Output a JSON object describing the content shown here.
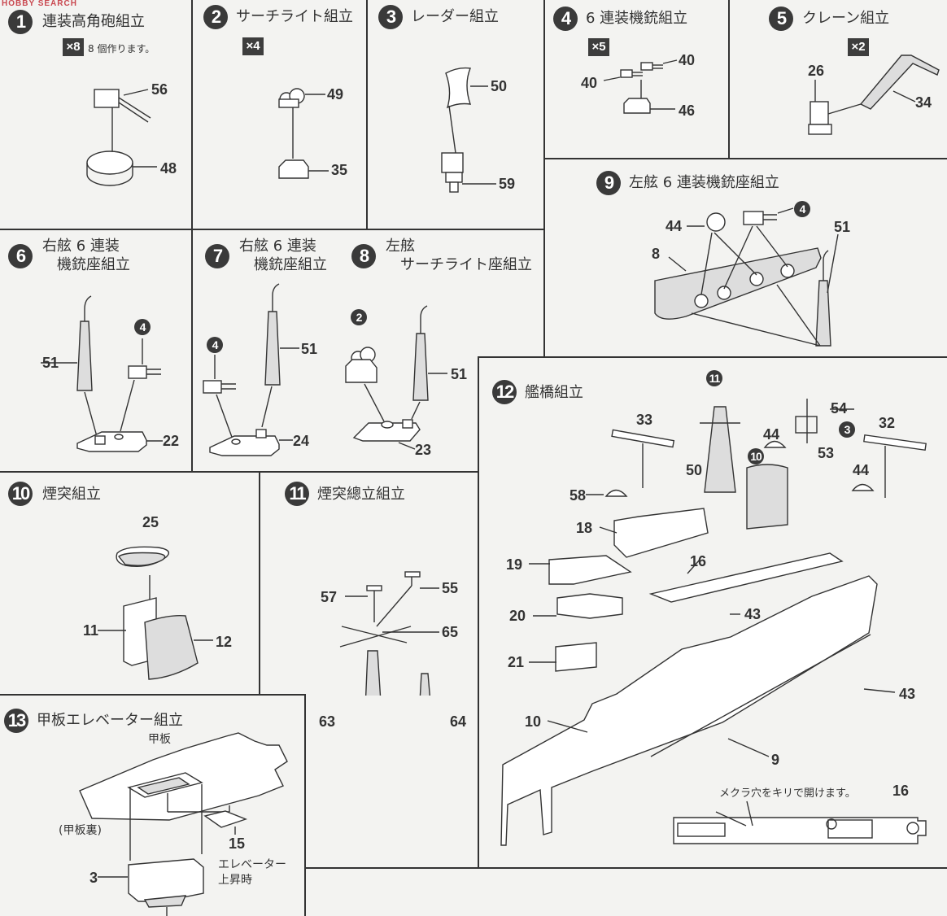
{
  "watermark": "HOBBY SEARCH",
  "steps": [
    {
      "num": "1",
      "title": "連装高角砲組立",
      "multiplier": "×8",
      "note": "8 個作ります。",
      "parts": [
        "56",
        "48"
      ]
    },
    {
      "num": "2",
      "title": "サーチライト組立",
      "multiplier": "×4",
      "parts": [
        "49",
        "35"
      ]
    },
    {
      "num": "3",
      "title": "レーダー組立",
      "parts": [
        "50",
        "59"
      ]
    },
    {
      "num": "4",
      "title": "6 連装機銃組立",
      "multiplier": "×5",
      "parts": [
        "40",
        "40",
        "46"
      ]
    },
    {
      "num": "5",
      "title": "クレーン組立",
      "multiplier": "×2",
      "parts": [
        "26",
        "34"
      ]
    },
    {
      "num": "6",
      "title_line1": "右舷 6 連装",
      "title_line2": "機銃座組立",
      "refs": [
        "4"
      ],
      "parts": [
        "51",
        "22"
      ]
    },
    {
      "num": "7",
      "title_line1": "右舷 6 連装",
      "title_line2": "機銃座組立",
      "refs": [
        "4"
      ],
      "parts": [
        "51",
        "24"
      ]
    },
    {
      "num": "8",
      "title_line1": "左舷",
      "title_line2": "サーチライト座組立",
      "refs": [
        "2"
      ],
      "parts": [
        "51",
        "23"
      ]
    },
    {
      "num": "9",
      "title": "左舷 6 連装機銃座組立",
      "refs": [
        "4"
      ],
      "parts": [
        "44",
        "8",
        "51"
      ]
    },
    {
      "num": "10",
      "title": "煙突組立",
      "parts": [
        "25",
        "11",
        "12"
      ]
    },
    {
      "num": "11",
      "title": "煙突總立組立",
      "parts": [
        "57",
        "55",
        "65",
        "63",
        "64"
      ]
    },
    {
      "num": "12",
      "title": "艦橋組立",
      "refs": [
        "11",
        "10",
        "3"
      ],
      "parts": [
        "33",
        "54",
        "44",
        "53",
        "44",
        "32",
        "50",
        "58",
        "18",
        "16",
        "19",
        "43",
        "20",
        "21",
        "43",
        "10",
        "9"
      ],
      "note": "メクラ穴をキリで開けます。",
      "detail_part": "16"
    },
    {
      "num": "13",
      "title": "甲板エレベーター組立",
      "labels": {
        "deck": "甲板",
        "deck_back": "(甲板裏)",
        "elevator_up_1": "エレベーター",
        "elevator_up_2": "上昇時"
      },
      "parts": [
        "15",
        "3"
      ]
    }
  ]
}
